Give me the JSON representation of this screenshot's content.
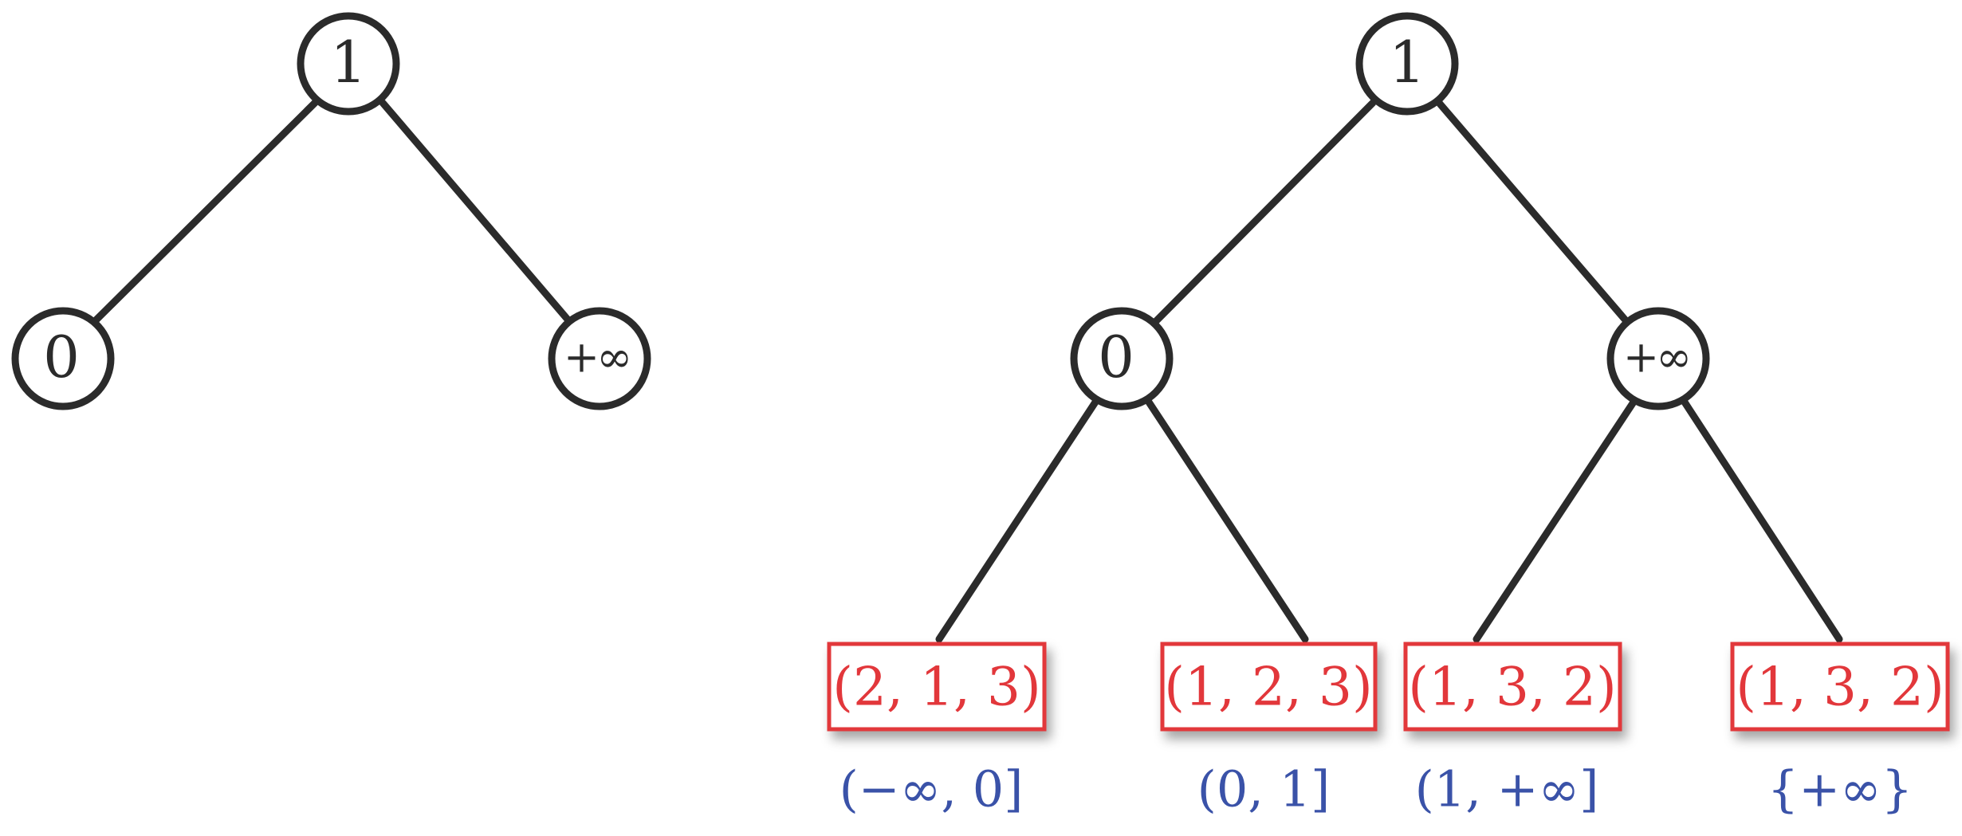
{
  "left_tree": {
    "root": "1",
    "children": [
      "0",
      "+∞"
    ]
  },
  "right_tree": {
    "root": "1",
    "children": [
      "0",
      "+∞"
    ],
    "leaves": [
      {
        "permutation": "(2, 1, 3)",
        "interval": "(−∞, 0]"
      },
      {
        "permutation": "(1, 2, 3)",
        "interval": "(0, 1]"
      },
      {
        "permutation": "(1, 3, 2)",
        "interval": "(1, +∞]"
      },
      {
        "permutation": "(1, 3, 2)",
        "interval": "{+∞}"
      }
    ]
  },
  "colors": {
    "edge": "#2b2b2b",
    "leaf_box": "#e2373b",
    "interval": "#3a52a8"
  }
}
